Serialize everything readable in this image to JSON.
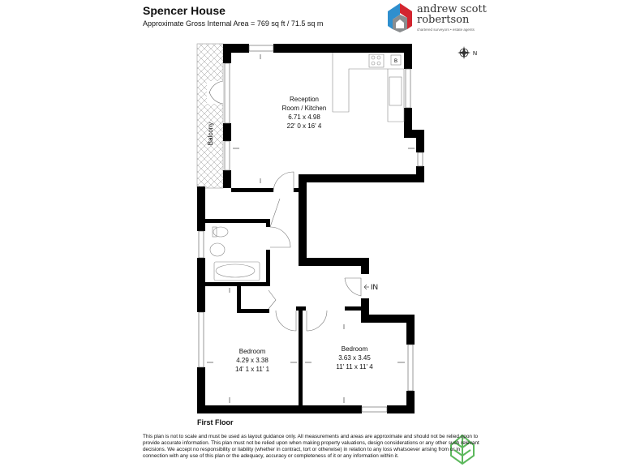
{
  "header": {
    "title": "Spencer House",
    "subtitle": "Approximate Gross Internal Area = 769 sq ft / 71.5 sq m"
  },
  "logo": {
    "line1": "andrew scott",
    "line2": "robertson",
    "tagline": "chartered surveyors • estate agents",
    "colors": {
      "red": "#d22630",
      "blue": "#2f8fce",
      "grey": "#8a8d8f"
    }
  },
  "compass": {
    "label": "N"
  },
  "rooms": [
    {
      "name_line1": "Reception",
      "name_line2": "Room / Kitchen",
      "metric": "6.71 x 4.98",
      "imperial": "22' 0 x 16' 4"
    },
    {
      "name_line1": "Bedroom",
      "name_line2": "",
      "metric": "4.29 x 3.38",
      "imperial": "14' 1 x 11' 1"
    },
    {
      "name_line1": "Bedroom",
      "name_line2": "",
      "metric": "3.63 x 3.45",
      "imperial": "11' 11 x 11' 4"
    }
  ],
  "labels": {
    "balcony": "Balcony",
    "entrance": "IN",
    "boiler": "B"
  },
  "floor_label": "First Floor",
  "disclaimer": "This plan is not to scale and must be used as layout guidance only. All measurements and areas are approximate and should not be relied upon to provide accurate information. This plan must not be relied upon when making property valuations, design considerations or any other such relevant decisions. We accept no responsibility or liability (whether in contract, tort or otherwise) in relation to any loss whatsoever arising from or in connection with any use of this plan or the adequacy, accuracy or completeness of it or any information within it.",
  "badge_color": "#5cb85c"
}
